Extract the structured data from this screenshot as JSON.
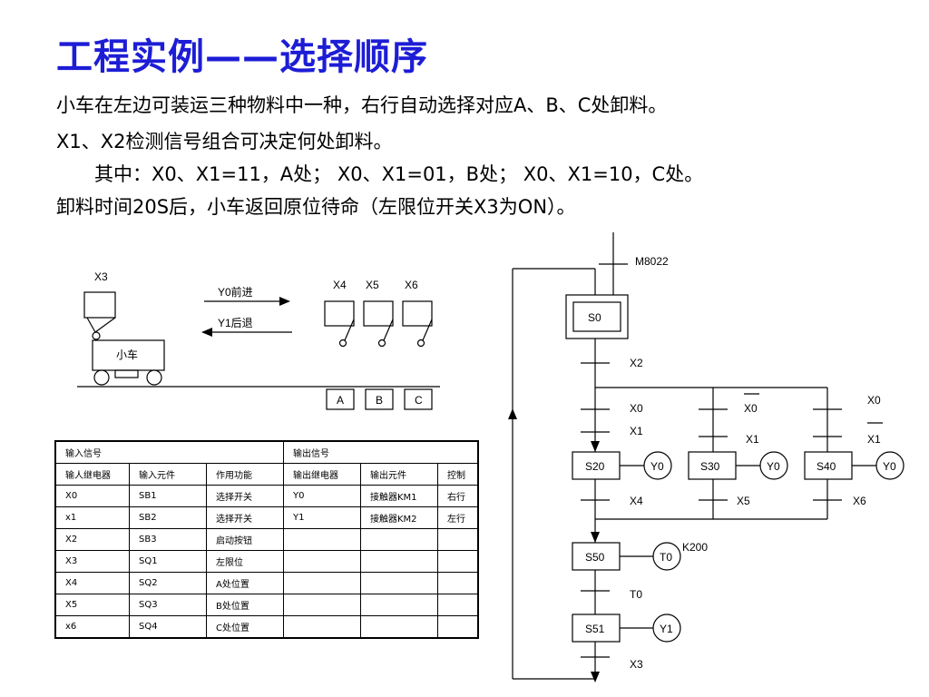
{
  "title": "工程实例——选择顺序",
  "description": {
    "line1": "小车在左边可装运三种物料中一种，右行自动选择对应A、B、C处卸料。",
    "line2": "X1、X2检测信号组合可决定何处卸料。",
    "line3": "其中：X0、X1=11，A处； X0、X1=01，B处； X0、X1=10，C处。",
    "line4": "卸料时间20S后，小车返回原位待命（左限位开关X3为ON）。"
  },
  "cart_diagram": {
    "x3": "X3",
    "forward": "Y0前进",
    "backward": "Y1后退",
    "cart": "小车",
    "sensors": [
      "X4",
      "X5",
      "X6"
    ],
    "stations": [
      "A",
      "B",
      "C"
    ]
  },
  "io_table": {
    "group_headers": [
      "输入信号",
      "输出信号"
    ],
    "column_headers": [
      "输人继电器",
      "输入元件",
      "作用功能",
      "输出继电器",
      "输出元件",
      "控制"
    ],
    "rows": [
      [
        "X0",
        "SB1",
        "选择开关",
        "Y0",
        "接触器KM1",
        "右行"
      ],
      [
        "x1",
        "SB2",
        "选择开关",
        "Y1",
        "接触器KM2",
        "左行"
      ],
      [
        "X2",
        "SB3",
        "启动按钮",
        "",
        "",
        ""
      ],
      [
        "X3",
        "SQ1",
        "左限位",
        "",
        "",
        ""
      ],
      [
        "X4",
        "SQ2",
        "A处位置",
        "",
        "",
        ""
      ],
      [
        "X5",
        "SQ3",
        "B处位置",
        "",
        "",
        ""
      ],
      [
        "x6",
        "SQ4",
        "C处位置",
        "",
        "",
        ""
      ]
    ]
  },
  "sfc": {
    "m8022": "M8022",
    "s0": "S0",
    "x2": "X2",
    "branch1_conds": [
      "X0",
      "X1"
    ],
    "branch2_conds": [
      "X0",
      "X1"
    ],
    "branch3_conds": [
      "X0",
      "X1"
    ],
    "s20": "S20",
    "s30": "S30",
    "s40": "S40",
    "y0": "Y0",
    "x4": "X4",
    "x5": "X5",
    "x6": "X6",
    "s50": "S50",
    "t0": "T0",
    "k200": "K200",
    "t0_cond": "T0",
    "s51": "S51",
    "y1": "Y1",
    "x3": "X3"
  }
}
